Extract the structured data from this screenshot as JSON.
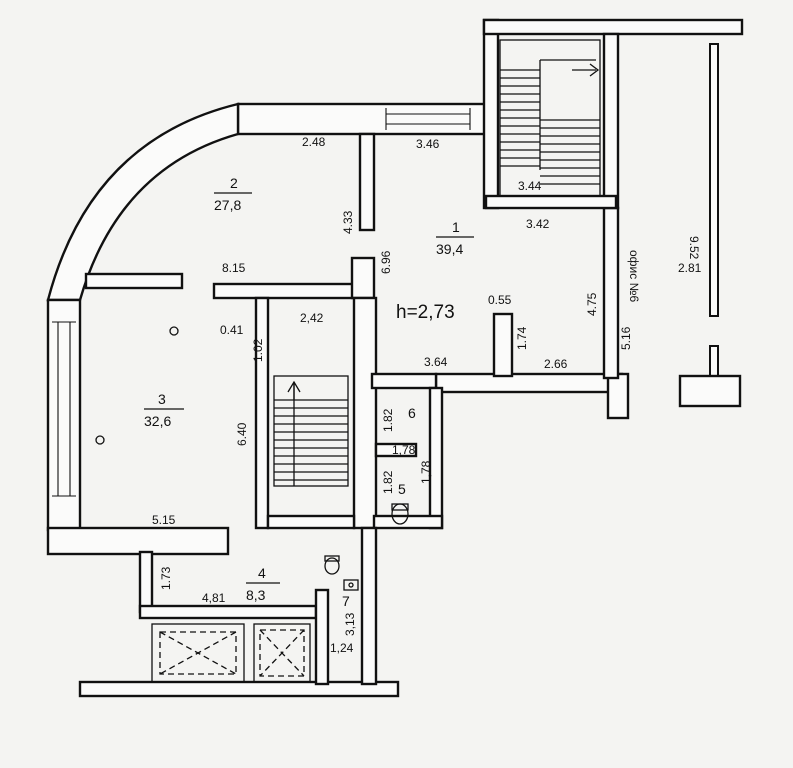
{
  "rooms": [
    {
      "num": "1",
      "area": "39,4"
    },
    {
      "num": "2",
      "area": "27,8"
    },
    {
      "num": "3",
      "area": "32,6"
    },
    {
      "num": "4",
      "area": "8,3"
    },
    {
      "num": "5"
    },
    {
      "num": "6"
    },
    {
      "num": "7"
    }
  ],
  "ceiling_height": "h=2,73",
  "office_label": "офис №6",
  "dimensions": {
    "d_2_48": "2.48",
    "d_3_46": "3.46",
    "d_3_44": "3.44",
    "d_3_42": "3.42",
    "d_4_33": "4.33",
    "d_6_96": "6.96",
    "d_8_15": "8.15",
    "d_0_41": "0.41",
    "d_1_02": "1.02",
    "d_2_42": "2,42",
    "d_0_55": "0.55",
    "d_1_74": "1.74",
    "d_4_75": "4.75",
    "d_5_16": "5.16",
    "d_9_52": "9.52",
    "d_2_81": "2.81",
    "d_3_64": "3.64",
    "d_2_66": "2.66",
    "d_6_40": "6.40",
    "d_1_82a": "1.82",
    "d_1_78a": "1,78",
    "d_1_82b": "1.82",
    "d_1_78b": "1,78",
    "d_5_15": "5.15",
    "d_1_73": "1.73",
    "d_4_81": "4,81",
    "d_3_13": "3,13",
    "d_1_24": "1,24"
  }
}
